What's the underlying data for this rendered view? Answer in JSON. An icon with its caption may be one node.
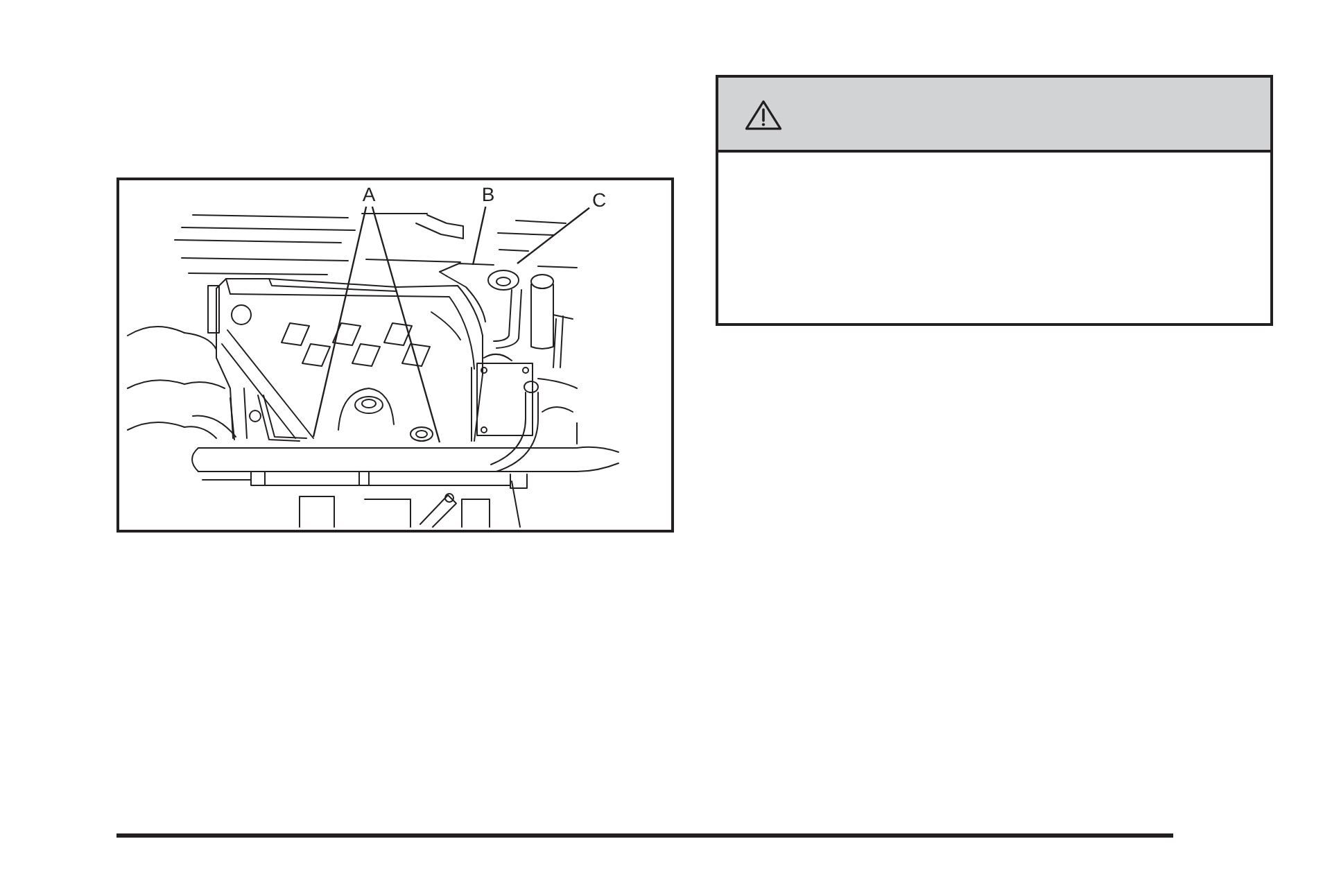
{
  "diagram": {
    "nodes": [
      {
        "text": [],
        "shape": "picture"
      },
      {
        "text": [
          "A"
        ],
        "in": 0
      },
      {
        "text": [
          "B"
        ],
        "in": 0
      },
      {
        "text": [
          "C"
        ],
        "in": 0
      }
    ],
    "edges": [
      {
        "from": 1,
        "to": null,
        "arrow": "none"
      },
      {
        "from": 1,
        "to": null,
        "arrow": "none"
      },
      {
        "from": 2,
        "to": null,
        "arrow": "none"
      },
      {
        "from": 3,
        "to": null,
        "arrow": "none"
      }
    ]
  }
}
